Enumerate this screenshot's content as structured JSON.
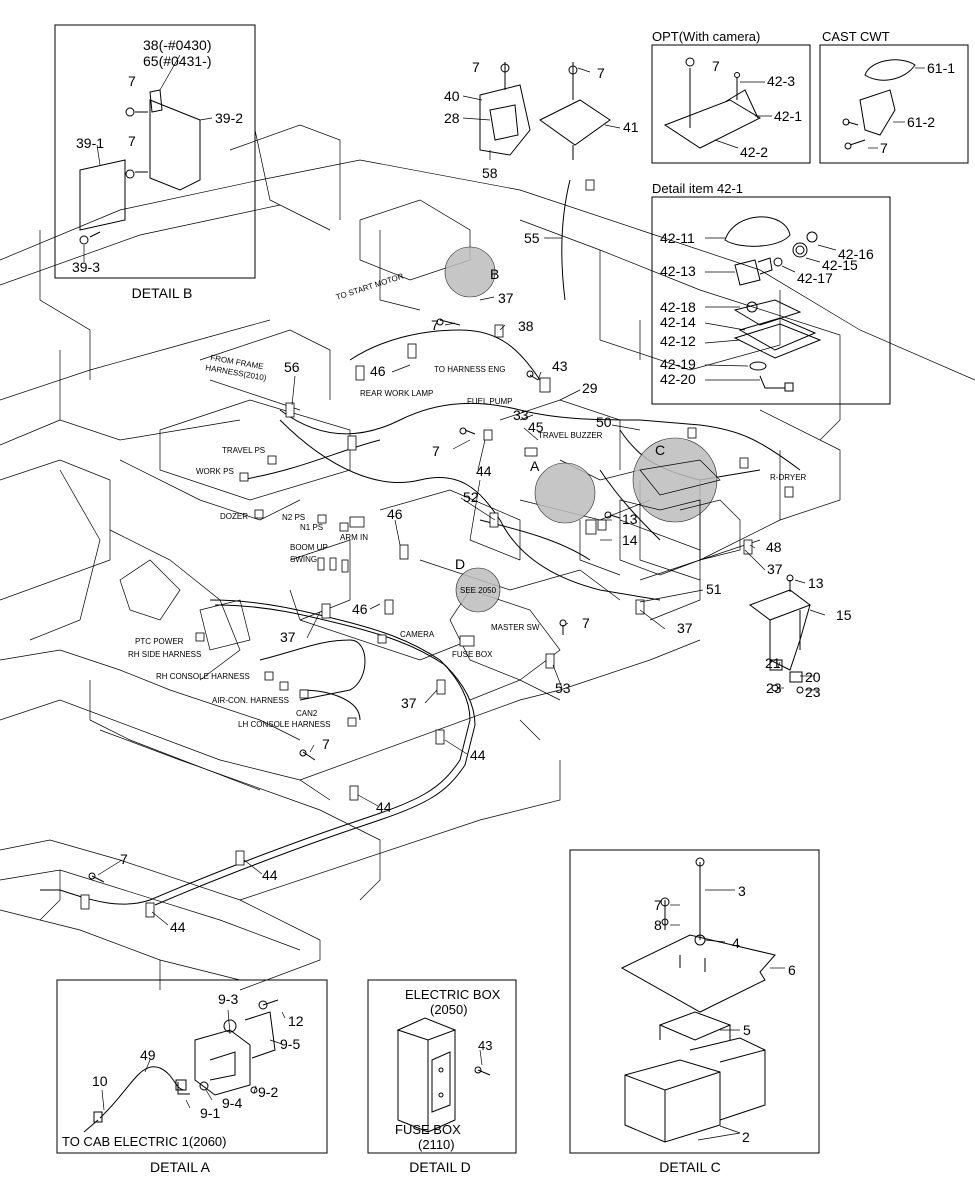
{
  "boxes": {
    "detail_b": "DETAIL B",
    "detail_a": "DETAIL A",
    "detail_d": "DETAIL D",
    "detail_c": "DETAIL C",
    "opt_camera": "OPT(With camera)",
    "cast_cwt": "CAST CWT",
    "detail_421": "Detail item 42-1"
  },
  "detail_b_labels": [
    "38(-#0430)",
    "65(#0431-)",
    "7",
    "7",
    "39-2",
    "39-1",
    "39-3"
  ],
  "opt_labels": [
    "7",
    "42-3",
    "42-1",
    "42-2"
  ],
  "cwt_labels": [
    "61-1",
    "61-2",
    "7"
  ],
  "detail_421_labels": [
    "42-11",
    "42-16",
    "42-15",
    "42-13",
    "42-17",
    "42-18",
    "42-14",
    "42-12",
    "42-19",
    "42-20"
  ],
  "main_labels": [
    "7",
    "7",
    "40",
    "28",
    "41",
    "58",
    "55",
    "B",
    "37",
    "7",
    "38",
    "56",
    "46",
    "43",
    "29",
    "33",
    "45",
    "50",
    "7",
    "44",
    "C",
    "A",
    "13",
    "52",
    "14",
    "46",
    "48",
    "37",
    "51",
    "13",
    "15",
    "D",
    "46",
    "7",
    "37",
    "37",
    "21",
    "20",
    "23",
    "23",
    "53",
    "37",
    "7",
    "44",
    "44",
    "44",
    "7",
    "44"
  ],
  "harness_labels": [
    "TO START MOTOR",
    "FROM FRAME",
    "HARNESS(2010)",
    "TO HARNESS ENG",
    "REAR WORK LAMP",
    "FUEL PUMP",
    "TRAVEL BUZZER",
    "TRAVEL PS",
    "WORK PS",
    "DOZER",
    "N2 PS",
    "N1 PS",
    "ARM IN",
    "BOOM UP",
    "SWING",
    "R-DRYER",
    "SEE 2050",
    "MASTER SW",
    "CAMERA",
    "FUSE BOX",
    "PTC POWER",
    "RH SIDE HARNESS",
    "RH CONSOLE HARNESS",
    "AIR-CON. HARNESS",
    "CAN2",
    "LH CONSOLE HARNESS"
  ],
  "detail_a_labels": [
    "9-3",
    "12",
    "9-5",
    "49",
    "10",
    "9-2",
    "9-4",
    "9-1",
    "TO CAB ELECTRIC 1(2060)"
  ],
  "detail_d_labels": [
    "ELECTRIC BOX",
    "(2050)",
    "43",
    "FUSE BOX",
    "(2110)"
  ],
  "detail_c_labels": [
    "3",
    "7",
    "8",
    "4",
    "6",
    "5",
    "2"
  ]
}
